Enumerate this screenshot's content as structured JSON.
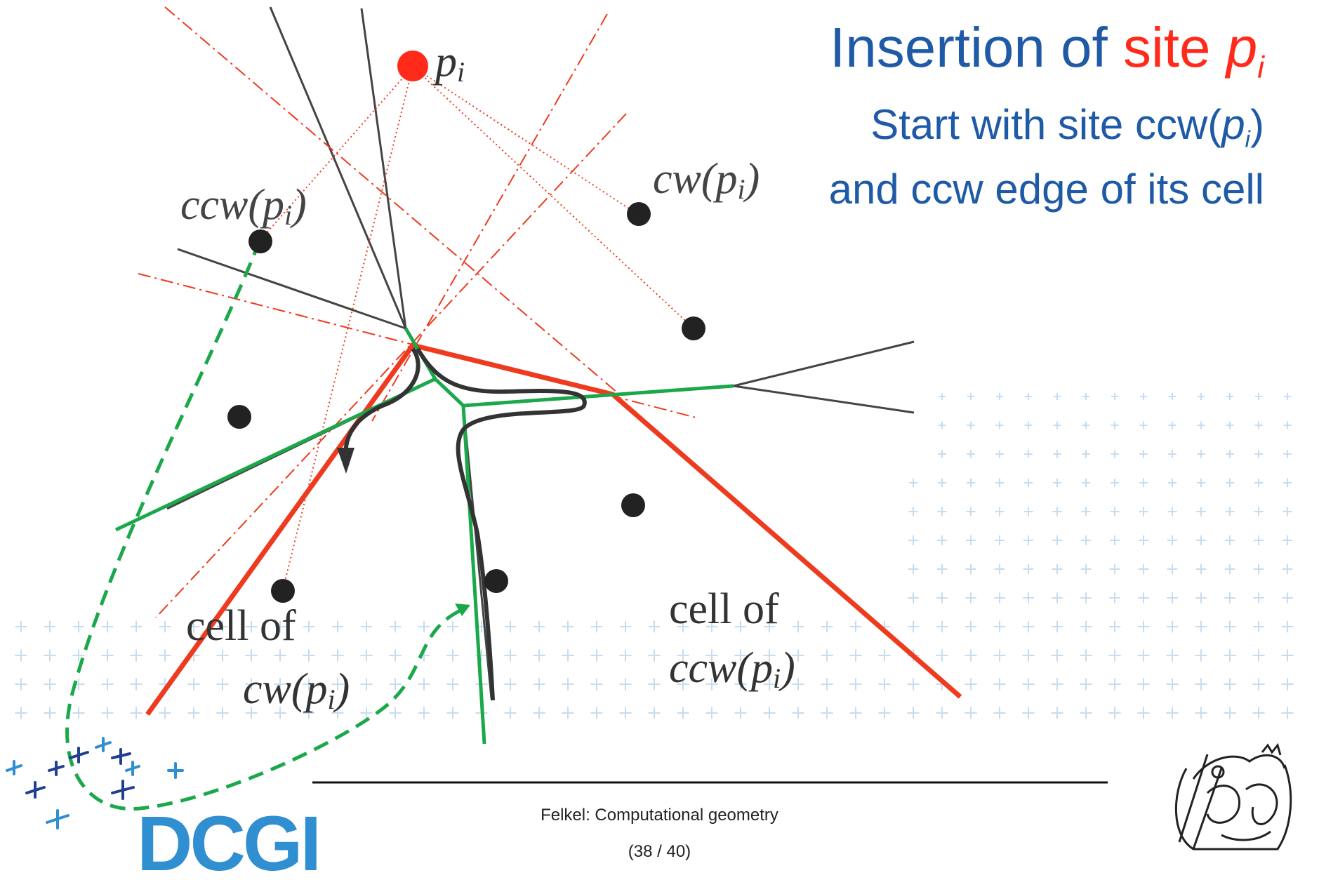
{
  "title": {
    "prefix": "Insertion of ",
    "site_word": "site ",
    "site_symbol": "p",
    "site_sub": "i"
  },
  "subtitle_line1": {
    "text": "Start  with site ccw(",
    "symbol": "p",
    "sub": "i",
    "close": ")"
  },
  "subtitle_line2": "and ccw edge of its cell",
  "labels": {
    "pi": "p",
    "pi_sub": "i",
    "ccw_pi": "ccw(p",
    "cw_pi": "cw(p",
    "cell_of_cw_line1": "cell of",
    "cell_of_cw_line2": "cw(p",
    "cell_of_ccw_line1": "cell of",
    "cell_of_ccw_line2": "ccw(p",
    "sub_i": "i",
    "close_paren": ")"
  },
  "footer": {
    "course": "Felkel: Computational geometry",
    "page": "(38 / 40)"
  },
  "logo": {
    "text": "DCGI"
  },
  "colors": {
    "title_blue": "#1f5aa6",
    "site_red": "#ff2a1a",
    "edge_green": "#1aa84a",
    "bisector_red": "#ee3b1f",
    "voronoi_gray": "#444444",
    "logo_blue": "#2f8fd0",
    "grid_plus": "#c8dcef"
  }
}
